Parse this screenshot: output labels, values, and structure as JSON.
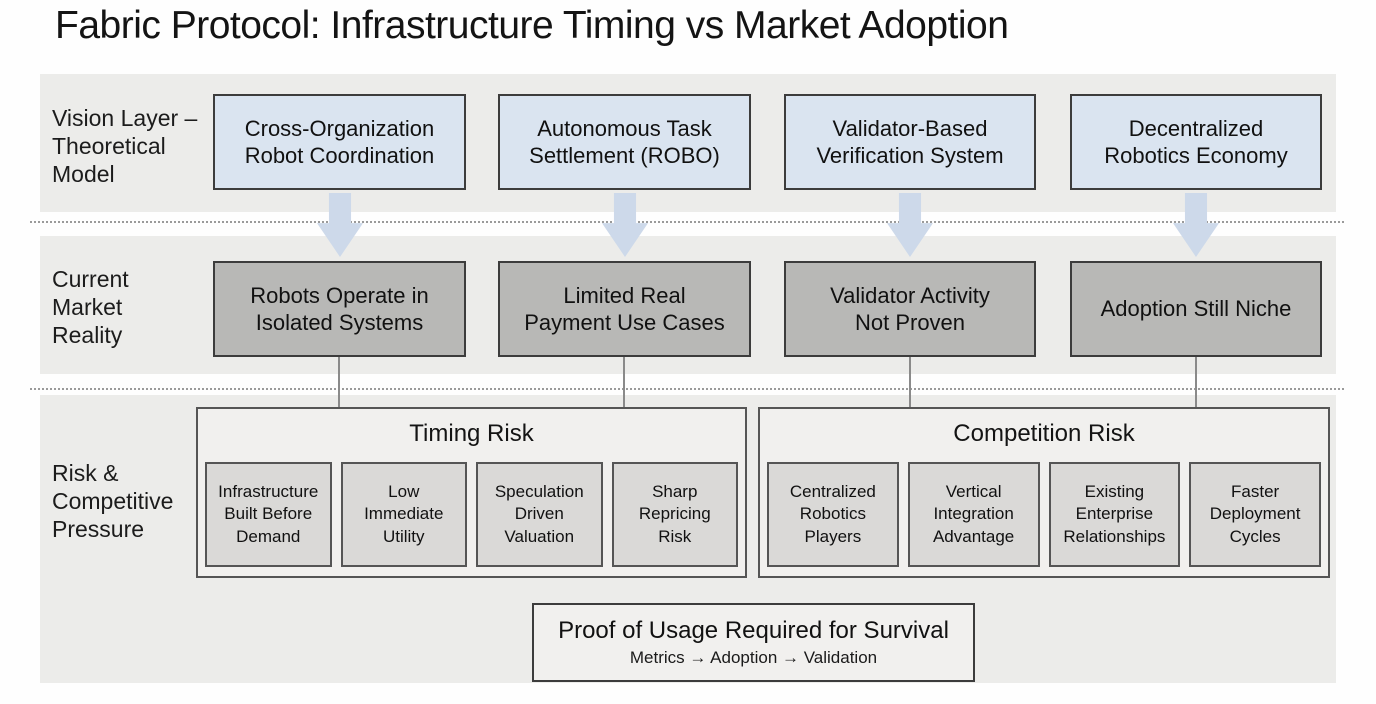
{
  "title": "Fabric Protocol: Infrastructure Timing vs Market Adoption",
  "colors": {
    "band_background": "#ececea",
    "vision_box_fill": "#dae4f0",
    "market_box_fill": "#b8b8b6",
    "risk_group_fill": "#f1f0ee",
    "risk_item_fill": "#dad9d7",
    "arrow_fill": "#cdd9ea",
    "box_outline": "#3c3c3c"
  },
  "layers": {
    "vision": {
      "label": "Vision Layer –\nTheoretical\nModel",
      "boxes": [
        "Cross-Organization\nRobot Coordination",
        "Autonomous Task\nSettlement (ROBO)",
        "Validator-Based\nVerification System",
        "Decentralized\nRobotics Economy"
      ]
    },
    "market": {
      "label": "Current\nMarket\nReality",
      "boxes": [
        "Robots Operate in\nIsolated Systems",
        "Limited Real\nPayment Use Cases",
        "Validator Activity\nNot Proven",
        "Adoption Still Niche"
      ]
    },
    "risk": {
      "label": "Risk &\nCompetitive\nPressure",
      "groups": [
        {
          "header": "Timing Risk",
          "items": [
            "Infrastructure\nBuilt Before\nDemand",
            "Low\nImmediate\nUtility",
            "Speculation\nDriven\nValuation",
            "Sharp\nRepricing\nRisk"
          ]
        },
        {
          "header": "Competition Risk",
          "items": [
            "Centralized\nRobotics\nPlayers",
            "Vertical\nIntegration\nAdvantage",
            "Existing\nEnterprise\nRelationships",
            "Faster\nDeployment\nCycles"
          ]
        }
      ]
    }
  },
  "footer": {
    "title": "Proof of Usage Required for Survival",
    "subtitle": "Metrics → Adoption → Validation"
  }
}
